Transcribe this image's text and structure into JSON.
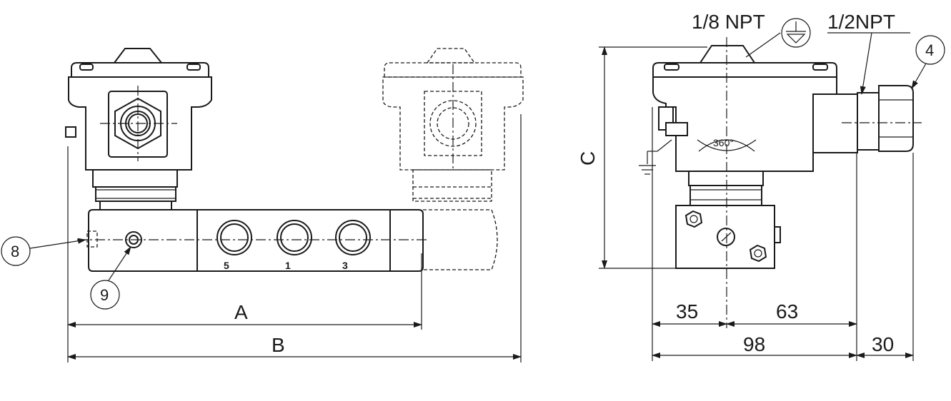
{
  "dimensions": {
    "a": "A",
    "b": "B",
    "c": "C",
    "d35": "35",
    "d63": "63",
    "d98": "98",
    "d30": "30"
  },
  "labels": {
    "npt_eighth": "1/8 NPT",
    "npt_half": "1/2NPT",
    "rotation": "360°"
  },
  "callouts": {
    "c8": "8",
    "c9": "9",
    "c4": "4"
  },
  "port_numbers": {
    "p5": "5",
    "p1": "1",
    "p3": "3"
  }
}
